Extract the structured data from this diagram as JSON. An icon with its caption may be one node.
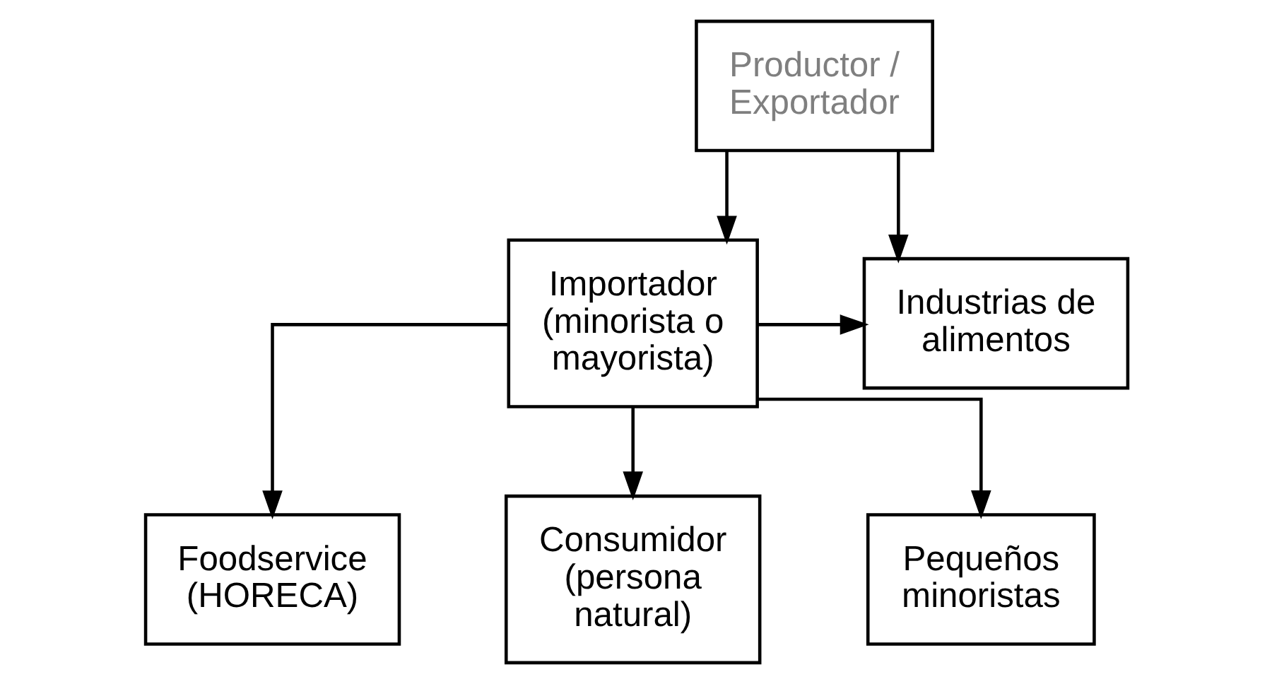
{
  "diagram": {
    "nodes": [
      {
        "text": [
          "Productor / Exportador"
        ]
      },
      {
        "text": [
          "Importador (minorista o mayorista)"
        ]
      },
      {
        "text": [
          "Industrias de alimentos"
        ]
      },
      {
        "text": [
          "Foodservice (HORECA)"
        ]
      },
      {
        "text": [
          "Consumidor (persona natural)"
        ]
      },
      {
        "text": [
          "Pequeños minoristas"
        ]
      }
    ],
    "edges": [
      {
        "from": 0,
        "to": 1,
        "arrow": "to"
      },
      {
        "from": 0,
        "to": 2,
        "arrow": "to"
      },
      {
        "from": 1,
        "to": 2,
        "arrow": "to"
      },
      {
        "from": 1,
        "to": 3,
        "arrow": "to"
      },
      {
        "from": 1,
        "to": 4,
        "arrow": "to"
      },
      {
        "from": 1,
        "to": 5,
        "arrow": "to"
      }
    ]
  }
}
